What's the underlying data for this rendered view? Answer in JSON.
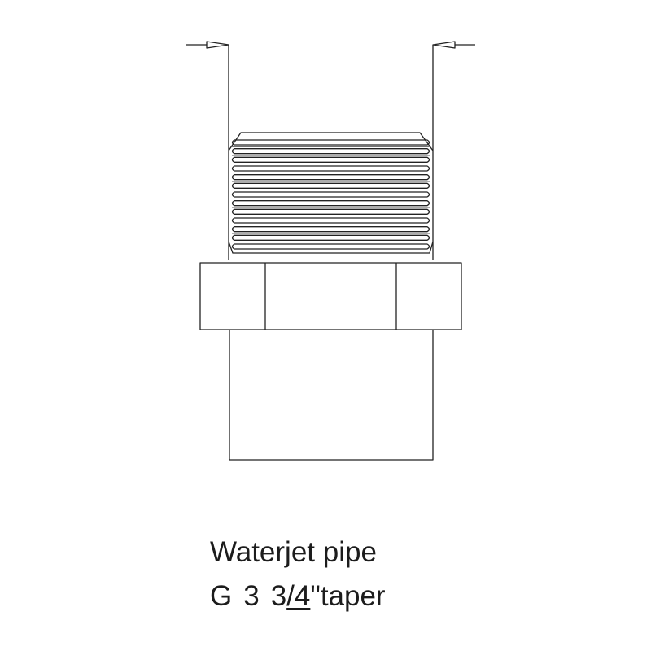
{
  "caption": {
    "name": "Waterjet pipe",
    "spec_g": "G",
    "spec_size": "3",
    "spec_frac_num": "3",
    "spec_frac_den": "/4",
    "spec_inch": "\"",
    "spec_type": "taper"
  },
  "drawing": {
    "stroke_color": "#222222",
    "background": "#ffffff",
    "thread_count": 13
  }
}
